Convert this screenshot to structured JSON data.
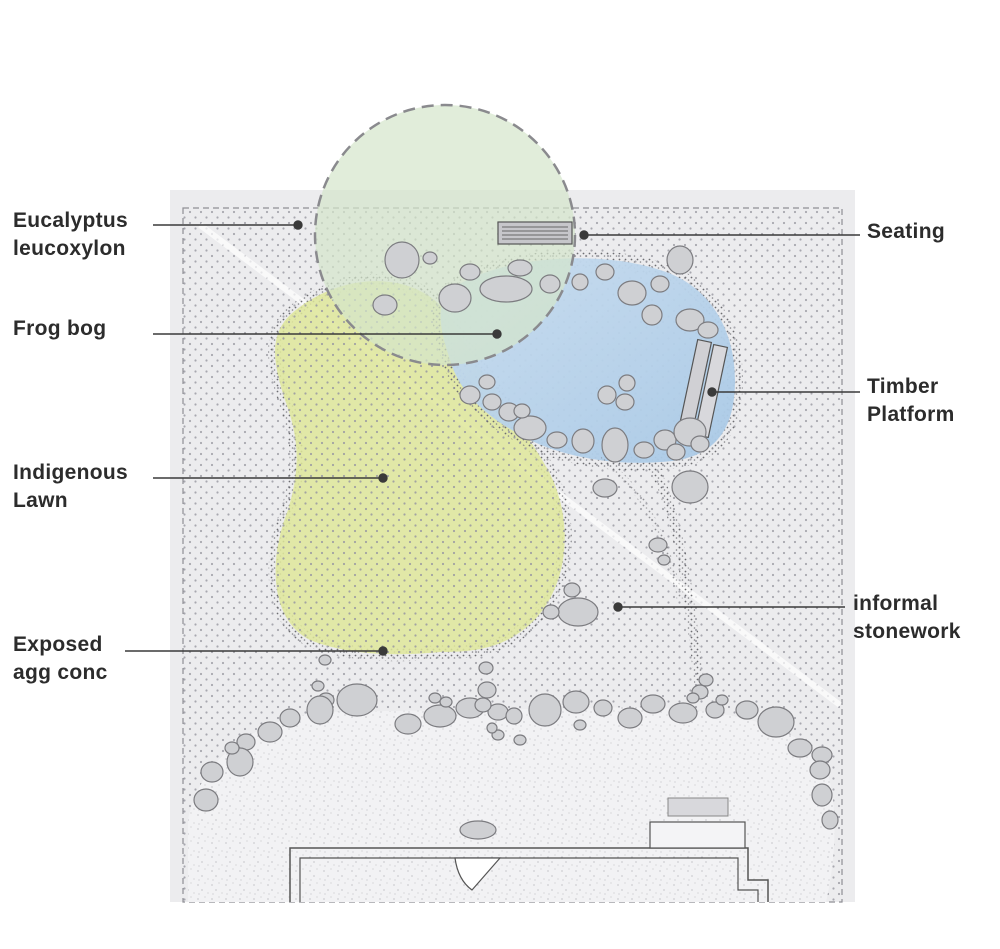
{
  "colors": {
    "page": "#ffffff",
    "sheet": "#ececee",
    "dots": "#9c9ca4",
    "lawn": "#dfe89a",
    "pond": "#b7d3ea",
    "tree_canopy": "#d4e6cb",
    "stone_fill": "#cfd0d3",
    "stone_stroke": "#7c7c80",
    "gravel": "#6e6e72",
    "leader": "#3a3a3a",
    "label_text": "#2c2c2c"
  },
  "labels": {
    "eucalyptus": {
      "line1": "Eucalyptus",
      "line2": "leucoxylon"
    },
    "frog_bog": {
      "line1": "Frog bog"
    },
    "indigenous_lawn": {
      "line1": "Indigenous",
      "line2": "Lawn"
    },
    "exposed_agg": {
      "line1": "Exposed",
      "line2": "agg conc"
    },
    "seating": {
      "line1": "Seating"
    },
    "timber_platform": {
      "line1": "Timber",
      "line2": "Platform"
    },
    "informal_stonework": {
      "line1": "informal",
      "line2": "stonework"
    }
  }
}
